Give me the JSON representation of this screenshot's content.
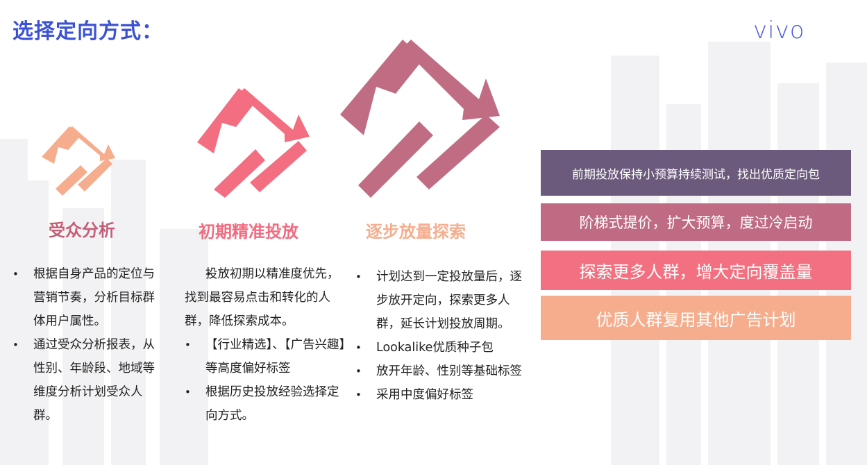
{
  "header": {
    "title": "选择定向方式：",
    "logo": "vivo"
  },
  "steps": [
    {
      "title": "受众分析",
      "color": "#c25f77",
      "icon_color": "#f5ad8d",
      "items": [
        "根据自身产品的定位与营销节奏，分析目标群体用户属性。",
        "通过受众分析报表，从性别、年龄段、地域等维度分析计划受众人群。"
      ]
    },
    {
      "title": "初期精准投放",
      "color": "#f06c80",
      "icon_color": "#f26e80",
      "items": [
        "投放初期以精准度优先，找到最容易点击和转化的人群，降低探索成本。",
        "【行业精选】、【广告兴趣】等高度偏好标签",
        "根据历史投放经验选择定向方式。"
      ]
    },
    {
      "title": "逐步放量探索",
      "color": "#f5ad8d",
      "icon_color": "#c06d84",
      "items": [
        "计划达到一定投放量后，逐步放开定向，探索更多人群，延长计划投放周期。",
        "Lookalike优质种子包",
        "放开年龄、性别等基础标签",
        "采用中度偏好标签"
      ]
    }
  ],
  "boxes": [
    {
      "text": "前期投放保持小预算持续测试，找出优质定向包",
      "color": "#6b5a7b"
    },
    {
      "text": "阶梯式提价，扩大预算，度过冷启动",
      "color": "#c06b84"
    },
    {
      "text": "探索更多人群，增大定向覆盖量",
      "color": "#f2707f"
    },
    {
      "text": "优质人群复用其他广告计划",
      "color": "#f5ad8d"
    }
  ]
}
